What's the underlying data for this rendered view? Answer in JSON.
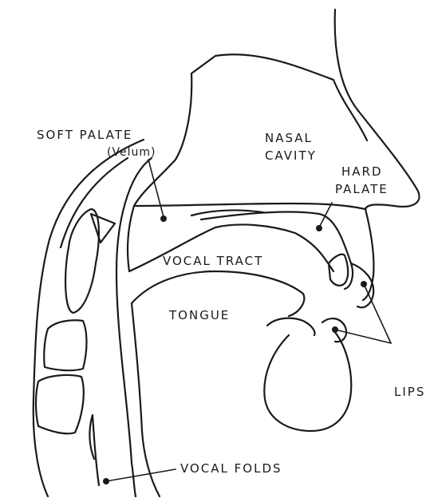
{
  "labels": {
    "soft_palate": "SOFT PALATE",
    "velum": "(Velum)",
    "nasal": "NASAL",
    "cavity": "CAVITY",
    "hard": "HARD",
    "palate": "PALATE",
    "vocal_tract": "VOCAL TRACT",
    "tongue": "TONGUE",
    "lips": "LIPS",
    "vocal_folds": "VOCAL FOLDS"
  }
}
